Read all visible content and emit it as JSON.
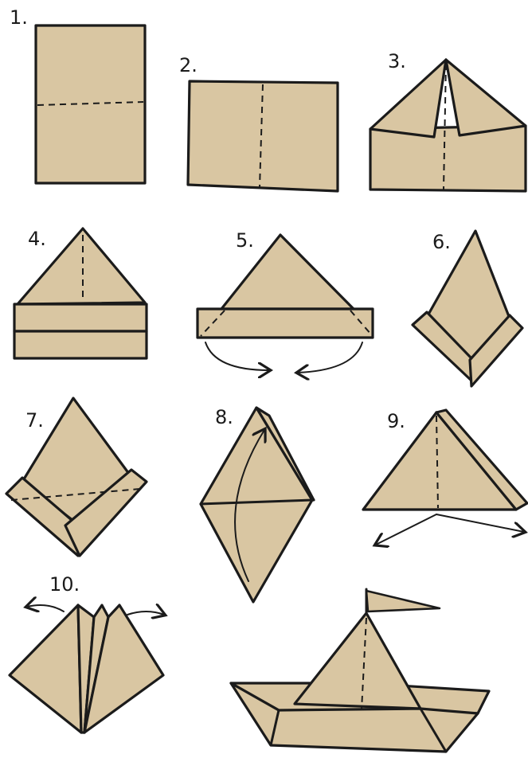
{
  "colors": {
    "paper": "#d9c6a2",
    "ink": "#1b1b1b",
    "background": "#ffffff"
  },
  "steps": [
    {
      "label": "1."
    },
    {
      "label": "2."
    },
    {
      "label": "3."
    },
    {
      "label": "4."
    },
    {
      "label": "5."
    },
    {
      "label": "6."
    },
    {
      "label": "7."
    },
    {
      "label": "8."
    },
    {
      "label": "9."
    },
    {
      "label": "10."
    }
  ],
  "final": {
    "description_icon": "paper-boat-icon"
  }
}
